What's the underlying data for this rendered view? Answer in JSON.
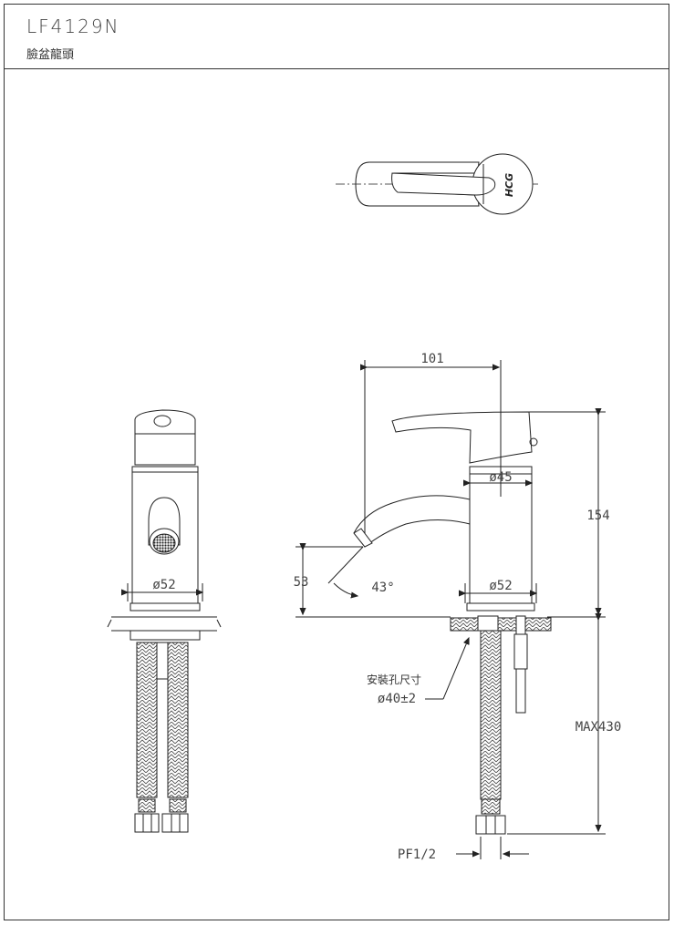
{
  "header": {
    "model": "LF4129N",
    "product_name": "臉盆龍頭"
  },
  "dimensions": {
    "spout_reach": "101",
    "height": "154",
    "spout_height": "53",
    "angle": "43°",
    "body_diameter_top": "ø45",
    "base_diameter_side": "ø52",
    "base_diameter_front": "ø52",
    "hose_max": "MAX430",
    "thread": "PF1/2"
  },
  "notes": {
    "install_hole_label": "安裝孔尺寸",
    "install_hole_value": "ø40±2"
  },
  "logo": "HCG"
}
